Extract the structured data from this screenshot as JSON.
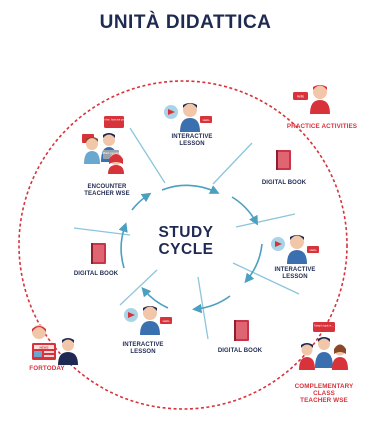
{
  "title": "UNITÀ DIDATTICA",
  "center": {
    "line1": "STUDY",
    "line2": "CYCLE"
  },
  "nodes": {
    "interactive_lesson_top": {
      "line1": "INTERACTIVE",
      "line2": "LESSON"
    },
    "digital_book_top_right": {
      "line1": "DIGITAL BOOK"
    },
    "interactive_lesson_right": {
      "line1": "INTERACTIVE",
      "line2": "LESSON"
    },
    "digital_book_bottom": {
      "line1": "DIGITAL BOOK"
    },
    "interactive_lesson_bottom_left": {
      "line1": "INTERACTIVE",
      "line2": "LESSON"
    },
    "digital_book_left": {
      "line1": "DIGITAL BOOK"
    },
    "encounter": {
      "line1": "ENCOUNTER",
      "line2": "TEACHER WSE"
    }
  },
  "outer_nodes": {
    "practice_activities": {
      "line1": "PRACTICE ACTIVITIES"
    },
    "complementary_class": {
      "line1": "COMPLEMENTARY",
      "line2": "CLASS",
      "line3": "TEACHER WSE"
    },
    "fortoday": {
      "line1": "FORTODAY"
    }
  },
  "bubbles": {
    "hello": "Hello",
    "im_fine": "I'm fine, how are you?",
    "whats_your_job": "What's your job?",
    "todays_topic": "Today's topic is ...",
    "news": "NEWS"
  },
  "colors": {
    "navy": "#1f2a52",
    "red": "#d8323a",
    "teal": "#4b9fbf",
    "light_blue": "#8cc5dc",
    "book_red": "#c9344a"
  }
}
